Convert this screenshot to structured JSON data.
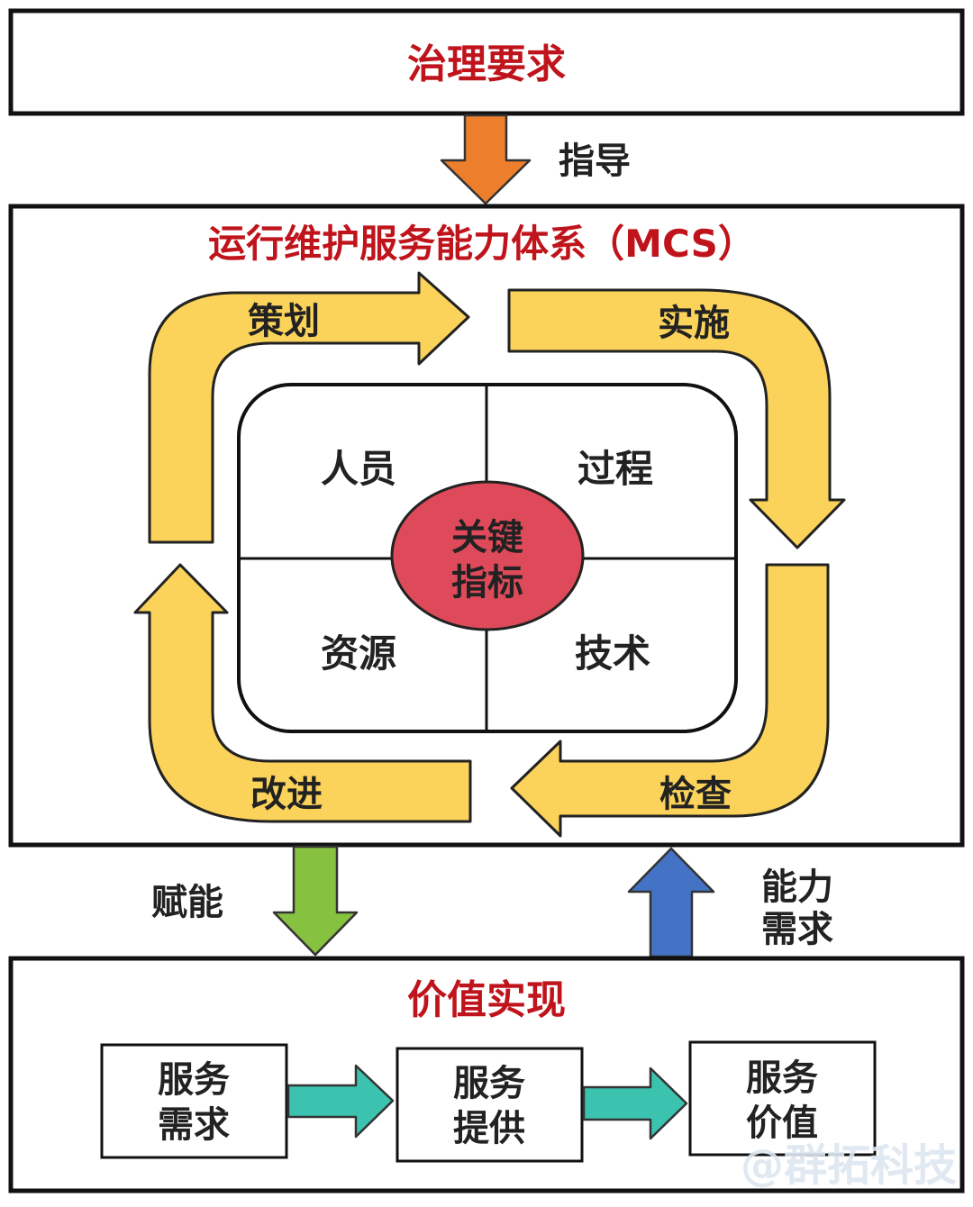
{
  "governance": {
    "title": "治理要求"
  },
  "guide_label": "指导",
  "mcs": {
    "title": "运行维护服务能力体系（MCS）",
    "cycle": {
      "plan": "策划",
      "implement": "实施",
      "check": "检查",
      "improve": "改进"
    },
    "quadrants": {
      "people": "人员",
      "process": "过程",
      "resources": "资源",
      "technology": "技术"
    },
    "core": {
      "line1": "关键",
      "line2": "指标"
    }
  },
  "empower_label": "赋能",
  "capability_demand": {
    "line1": "能力",
    "line2": "需求"
  },
  "value": {
    "title": "价值实现",
    "steps": [
      {
        "line1": "服务",
        "line2": "需求"
      },
      {
        "line1": "服务",
        "line2": "提供"
      },
      {
        "line1": "服务",
        "line2": "价值"
      }
    ]
  },
  "watermark": "@群拓科技",
  "colors": {
    "title_red": "#c0141c",
    "guide_arrow": "#ec7e2c",
    "cycle_arrow": "#fbd35a",
    "core_circle": "#df4a5a",
    "empower_arrow": "#86c140",
    "demand_arrow": "#4472c4",
    "flow_arrow": "#3cc3b0"
  }
}
